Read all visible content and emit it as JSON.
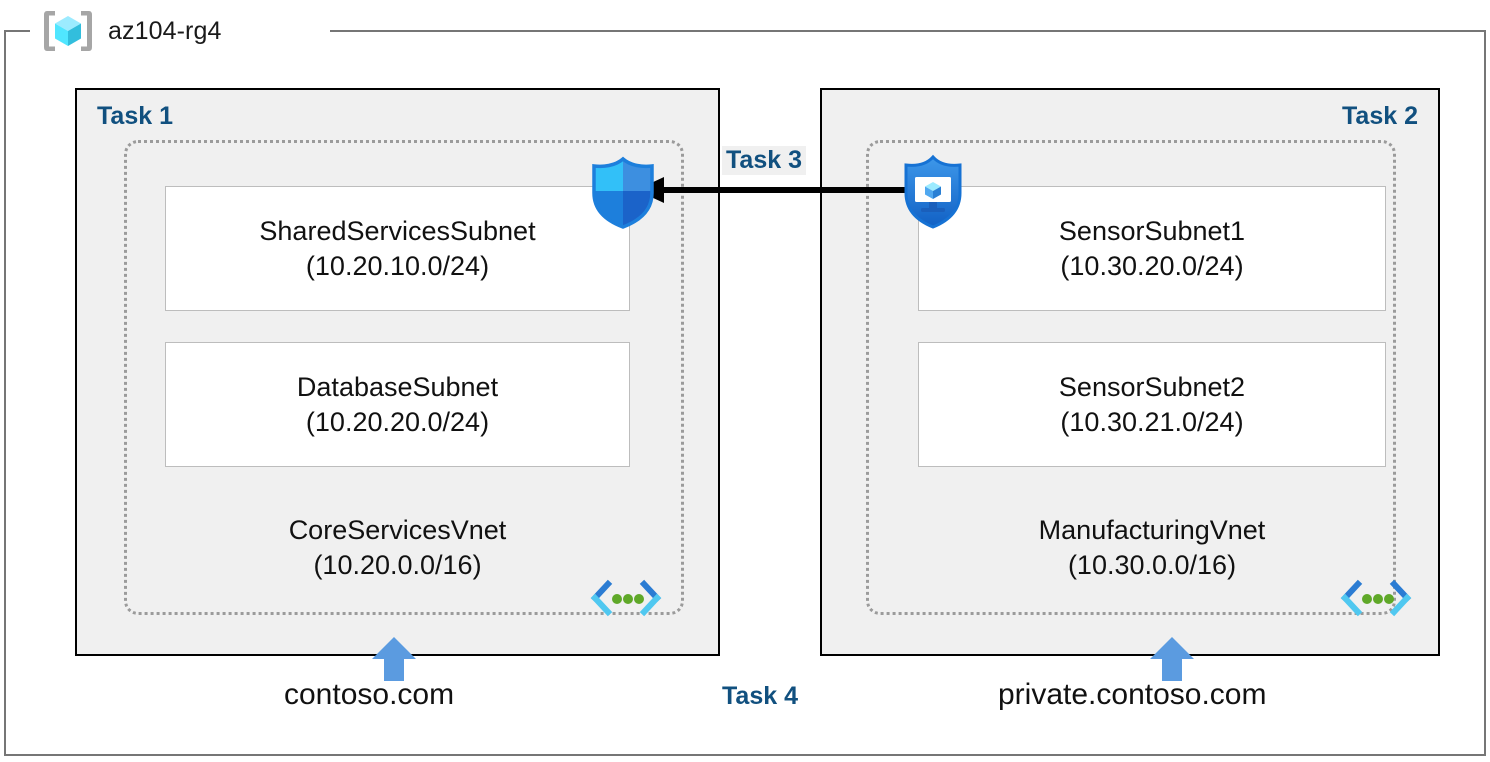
{
  "resource_group": {
    "name": "az104-rg4",
    "icon": "azure-resource-group-cube-icon"
  },
  "panels": [
    {
      "id": "task1",
      "heading": "Task 1",
      "heading_color": "#11507f",
      "vnet": {
        "name": "CoreServicesVnet",
        "cidr": "(10.20.0.0/16)",
        "peering_icon": "vnet-peering-icon",
        "subnets": [
          {
            "name": "SharedServicesSubnet",
            "cidr": "(10.20.10.0/24)"
          },
          {
            "name": "DatabaseSubnet",
            "cidr": "(10.20.20.0/24)"
          }
        ]
      },
      "dns": {
        "label": "contoso.com",
        "arrow_icon": "up-arrow-icon"
      }
    },
    {
      "id": "task2",
      "heading": "Task 2",
      "heading_color": "#11507f",
      "vnet": {
        "name": "ManufacturingVnet",
        "cidr": "(10.30.0.0/16)",
        "peering_icon": "vnet-peering-icon",
        "subnets": [
          {
            "name": "SensorSubnet1",
            "cidr": "(10.30.20.0/24)"
          },
          {
            "name": "SensorSubnet2",
            "cidr": "(10.30.21.0/24)"
          }
        ]
      },
      "dns": {
        "label": "private.contoso.com",
        "arrow_icon": "up-arrow-icon"
      }
    }
  ],
  "connector": {
    "heading": "Task 3",
    "heading_color": "#11507f",
    "direction": "right-to-left",
    "source_icon": "vm-shield-icon",
    "target_icon": "network-security-group-shield-icon"
  },
  "task4": {
    "heading": "Task 4",
    "heading_color": "#11507f"
  },
  "colors": {
    "task_heading": "#11507f",
    "panel_fill": "#f0f0f0",
    "panel_border": "#000000",
    "vnet_border": "#9b9b9b",
    "subnet_border": "#bdbdbd",
    "dns_arrow": "#5b9be0",
    "rg_frame": "#767676",
    "cube_cyan": "#50e6ff",
    "shield_blue": "#0078d4",
    "peer_green": "#5fa828"
  }
}
